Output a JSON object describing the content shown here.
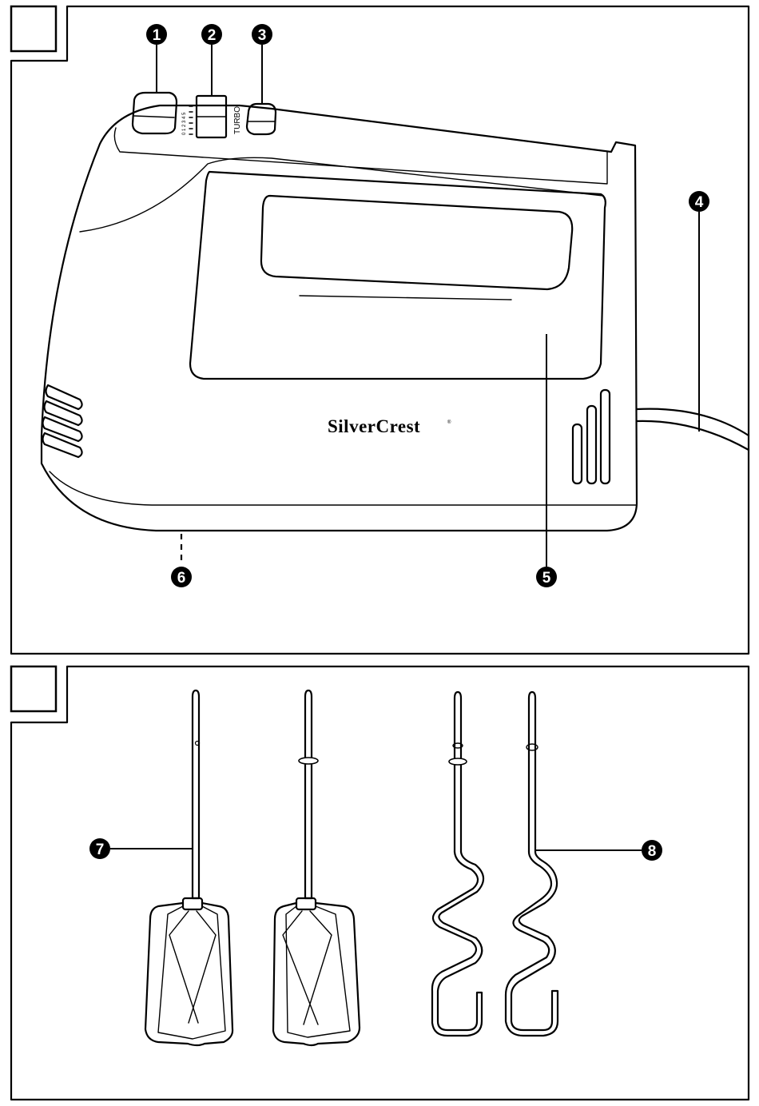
{
  "brand": {
    "name": "SilverCrest",
    "trademark": "®"
  },
  "switch_labels": {
    "speeds": "0 1 2 3 4 5",
    "turbo": "TURBO"
  },
  "panels": [
    {
      "id": "A",
      "callouts": [
        {
          "number": "1"
        },
        {
          "number": "2"
        },
        {
          "number": "3"
        },
        {
          "number": "4"
        },
        {
          "number": "5"
        },
        {
          "number": "6"
        }
      ]
    },
    {
      "id": "B",
      "callouts": [
        {
          "number": "7"
        },
        {
          "number": "8"
        }
      ]
    }
  ],
  "colors": {
    "line": "#000000",
    "callout_fill": "#000000",
    "background": "#ffffff"
  }
}
